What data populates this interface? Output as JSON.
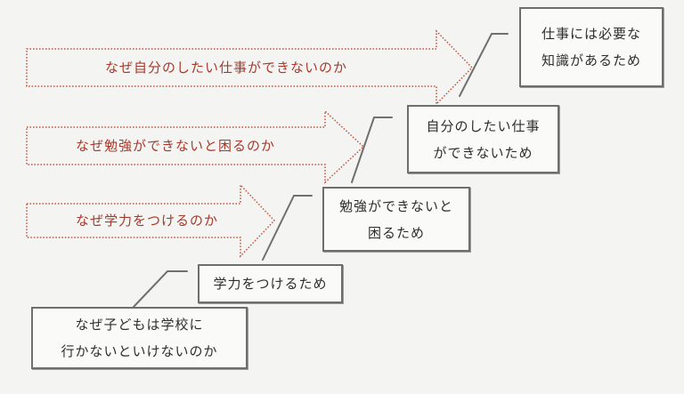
{
  "questions": [
    "なぜ自分のしたい仕事ができないのか",
    "なぜ勉強ができないと困るのか",
    "なぜ学力をつけるのか"
  ],
  "boxes": [
    {
      "line1": "なぜ子どもは学校に",
      "line2": "行かないといけないのか"
    },
    {
      "line1": "学力をつけるため"
    },
    {
      "line1": "勉強ができないと",
      "line2": "困るため"
    },
    {
      "line1": "自分のしたい仕事",
      "line2": "ができないため"
    },
    {
      "line1": "仕事には必要な",
      "line2": "知識があるため"
    }
  ],
  "colors": {
    "arrow": "#c0503f",
    "question_text": "#a8392c",
    "box_border": "#6e6e6e",
    "background": "#f4f4f2"
  }
}
